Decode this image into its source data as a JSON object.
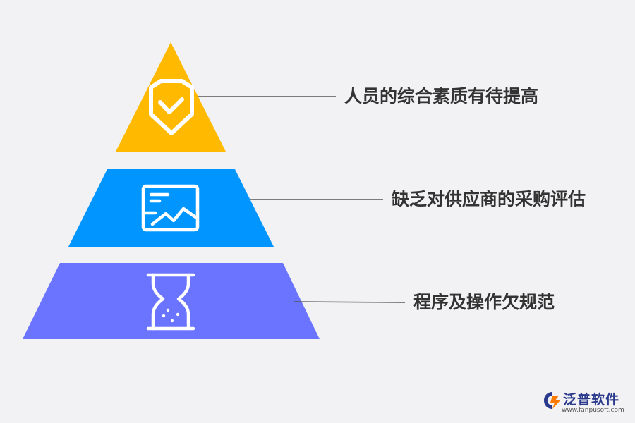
{
  "pyramid": {
    "tiers": [
      {
        "label": "人员的综合素质有待提高",
        "color": "#FFBA00",
        "icon": "diamond-check-icon"
      },
      {
        "label": "缺乏对供应商的采购评估",
        "color": "#0095FF",
        "icon": "chart-window-icon"
      },
      {
        "label": "程序及操作欠规范",
        "color": "#6B74FF",
        "icon": "hourglass-icon"
      }
    ],
    "connector_color": "#555555"
  },
  "logo": {
    "name": "泛普软件",
    "url": "www.fanpusoft.com",
    "icon": "fanpu-logo-icon"
  }
}
